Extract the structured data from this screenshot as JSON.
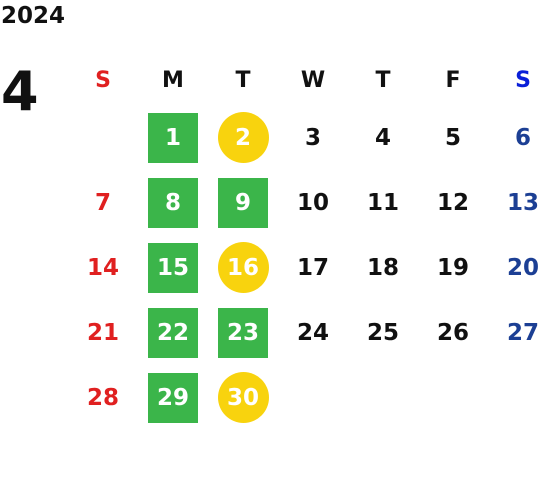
{
  "year": "2024",
  "month": "4",
  "weekdays": [
    "S",
    "M",
    "T",
    "W",
    "T",
    "F",
    "S"
  ],
  "weeks": [
    [
      {
        "day": "",
        "mark": "none"
      },
      {
        "day": "1",
        "mark": "green"
      },
      {
        "day": "2",
        "mark": "yellow"
      },
      {
        "day": "3",
        "mark": "none"
      },
      {
        "day": "4",
        "mark": "none"
      },
      {
        "day": "5",
        "mark": "none"
      },
      {
        "day": "6",
        "mark": "none"
      }
    ],
    [
      {
        "day": "7",
        "mark": "none"
      },
      {
        "day": "8",
        "mark": "green"
      },
      {
        "day": "9",
        "mark": "green"
      },
      {
        "day": "10",
        "mark": "none"
      },
      {
        "day": "11",
        "mark": "none"
      },
      {
        "day": "12",
        "mark": "none"
      },
      {
        "day": "13",
        "mark": "none"
      }
    ],
    [
      {
        "day": "14",
        "mark": "none"
      },
      {
        "day": "15",
        "mark": "green"
      },
      {
        "day": "16",
        "mark": "yellow"
      },
      {
        "day": "17",
        "mark": "none"
      },
      {
        "day": "18",
        "mark": "none"
      },
      {
        "day": "19",
        "mark": "none"
      },
      {
        "day": "20",
        "mark": "none"
      }
    ],
    [
      {
        "day": "21",
        "mark": "none"
      },
      {
        "day": "22",
        "mark": "green"
      },
      {
        "day": "23",
        "mark": "green"
      },
      {
        "day": "24",
        "mark": "none"
      },
      {
        "day": "25",
        "mark": "none"
      },
      {
        "day": "26",
        "mark": "none"
      },
      {
        "day": "27",
        "mark": "none"
      }
    ],
    [
      {
        "day": "28",
        "mark": "none"
      },
      {
        "day": "29",
        "mark": "green"
      },
      {
        "day": "30",
        "mark": "yellow"
      },
      {
        "day": "",
        "mark": "none"
      },
      {
        "day": "",
        "mark": "none"
      },
      {
        "day": "",
        "mark": "none"
      },
      {
        "day": "",
        "mark": "none"
      }
    ]
  ],
  "colors": {
    "sunday": "#e02020",
    "saturday": "#1c3f94",
    "saturday_header": "#0a1fd8",
    "green_mark": "#3bb54a",
    "yellow_mark": "#f8d30e"
  }
}
